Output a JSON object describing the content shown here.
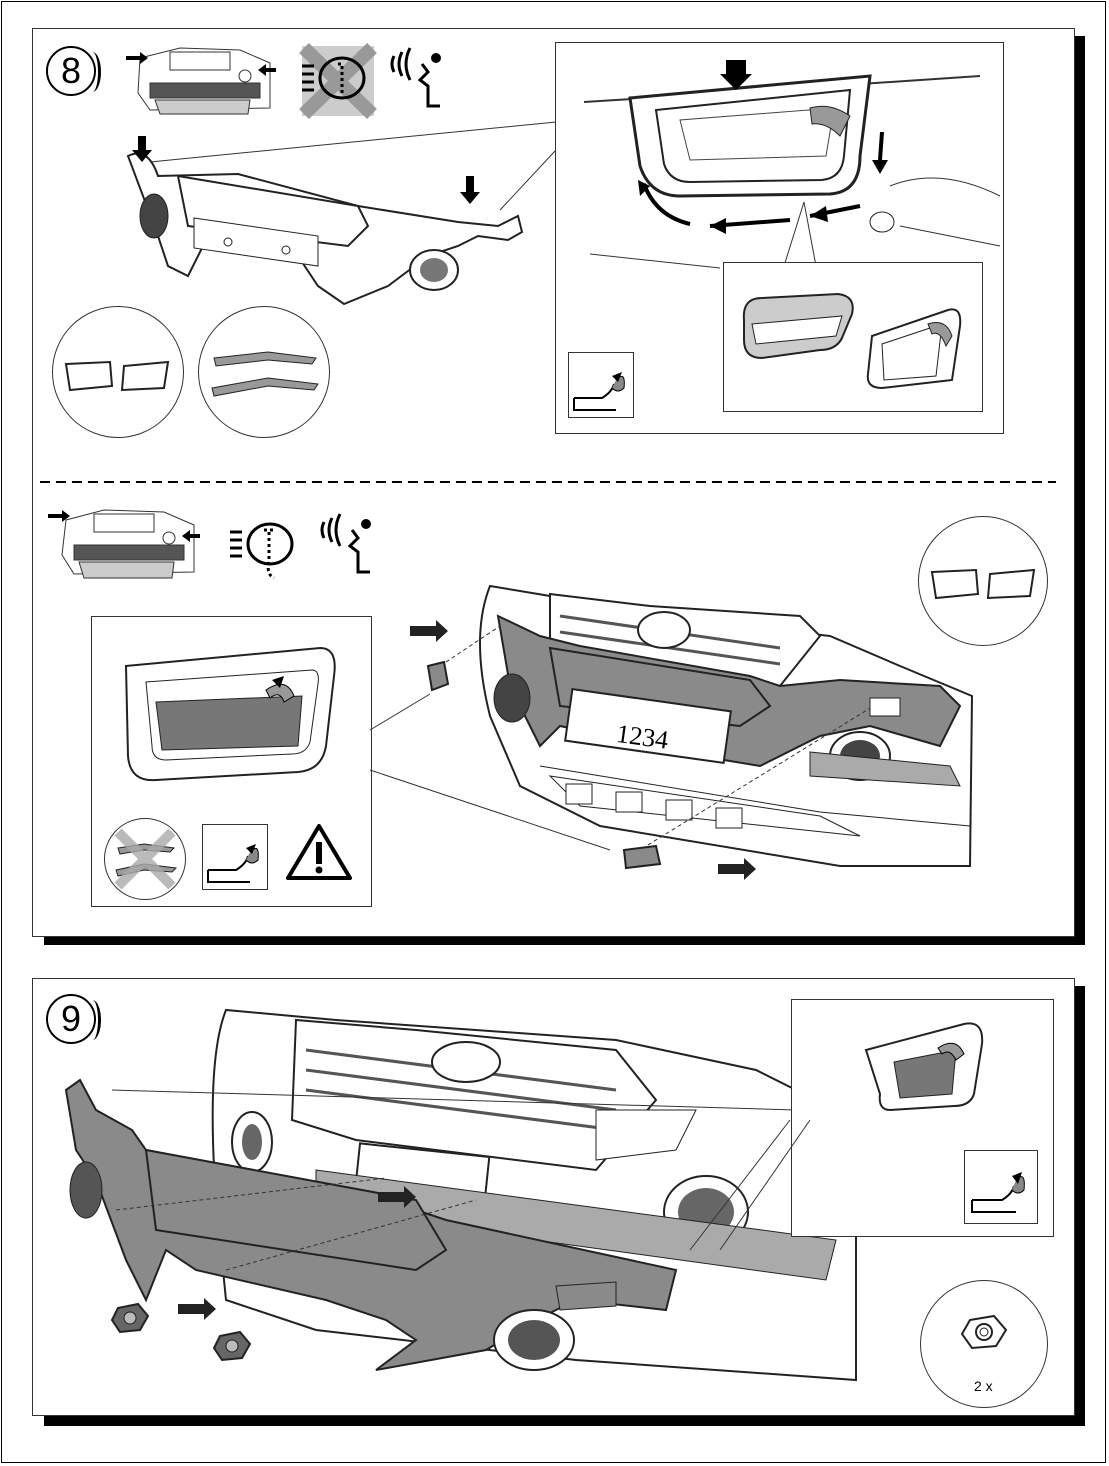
{
  "steps": {
    "step8": {
      "number": "8"
    },
    "step9": {
      "number": "9"
    }
  },
  "plate": {
    "text": "1234"
  },
  "hardware": {
    "nut_quantity": "2 x"
  },
  "icons": {
    "car_arrows": "car-front-arrows-icon",
    "headlamp_washer": "headlamp-washer-icon",
    "parking_sensor": "parking-sensor-icon",
    "peel_tape": "peel-backing-icon",
    "warning": "warning-triangle-icon",
    "nut": "hex-nut-icon"
  },
  "colors": {
    "part_fill": "#8a8a8a",
    "tape_fill": "#9a9a9a",
    "shadow": "#000000"
  }
}
